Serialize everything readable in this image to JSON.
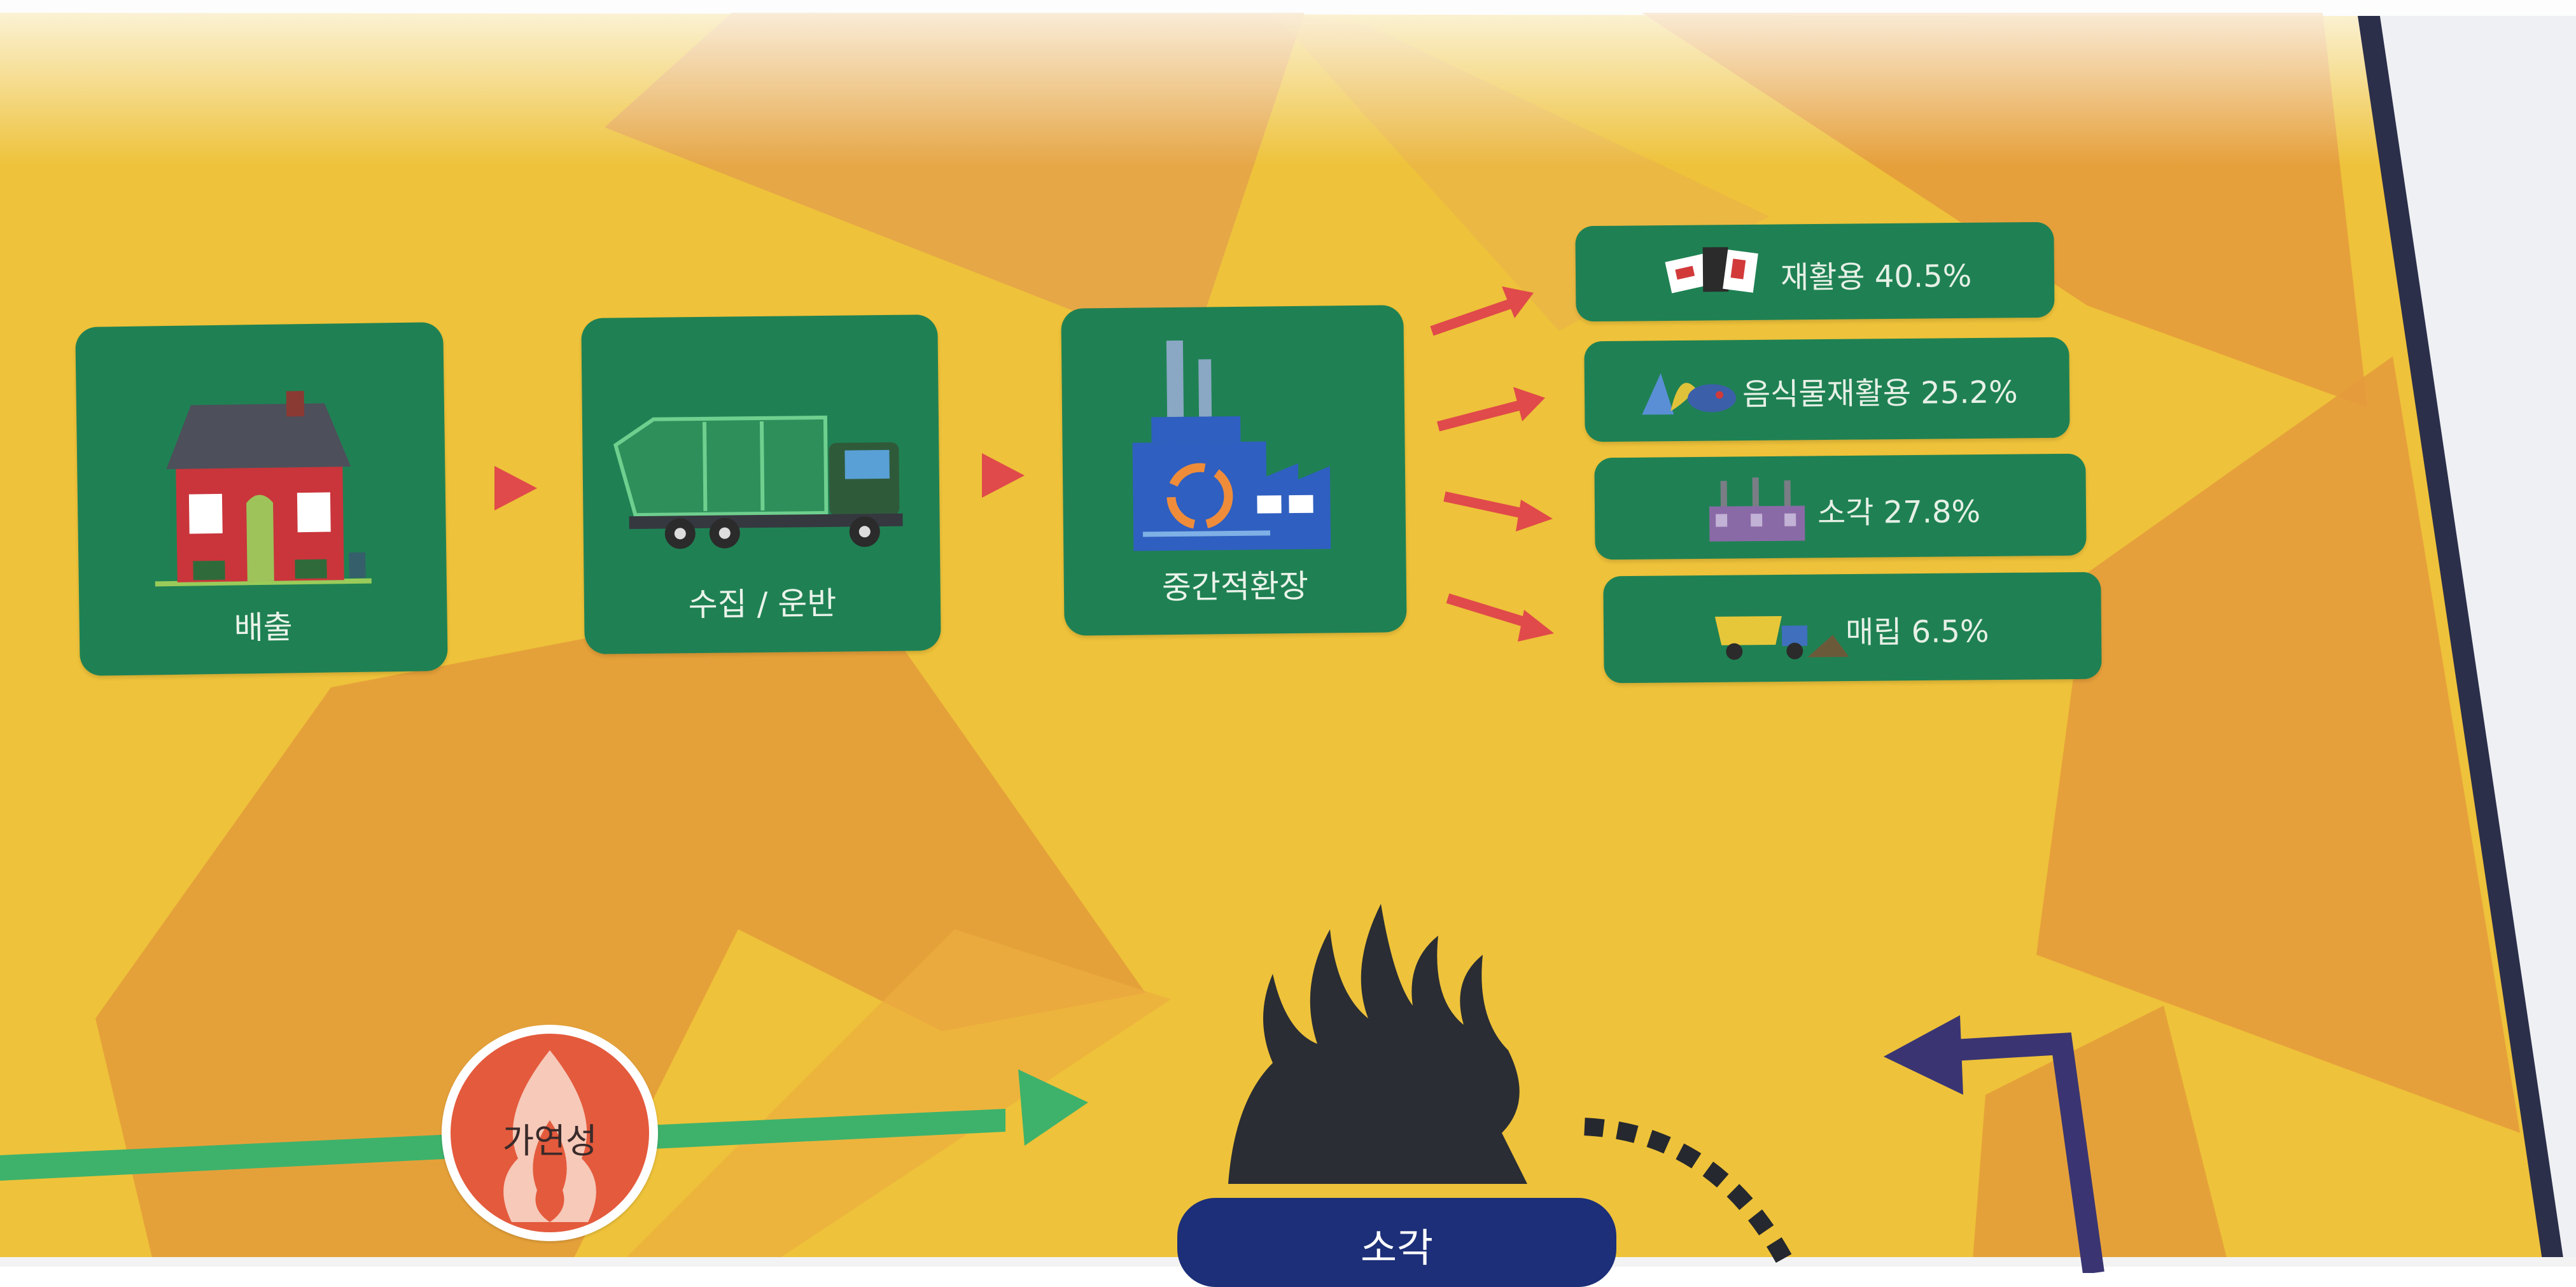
{
  "flow": {
    "steps": [
      {
        "label": "배출"
      },
      {
        "label": "수집 / 운반"
      },
      {
        "label": "중간적환장"
      }
    ],
    "outcomes": [
      {
        "label": "재활용 40.5%",
        "icon": "recycle-bin-icon",
        "percent": 40.5
      },
      {
        "label": "음식물재활용 25.2%",
        "icon": "food-waste-icon",
        "percent": 25.2
      },
      {
        "label": "소각 27.8%",
        "icon": "incinerator-icon",
        "percent": 27.8
      },
      {
        "label": "매립 6.5%",
        "icon": "dump-truck-icon",
        "percent": 6.5
      }
    ]
  },
  "bottom": {
    "badge_label": "가연성",
    "incineration_label": "소각"
  },
  "colors": {
    "background_yellow": "#eec23a",
    "orange_band": "#e39d3a",
    "card_green": "#1f8153",
    "arrow_red": "#e04a4a",
    "arrow_green": "#3eb26b",
    "flame_dark": "#2a2d33",
    "navy": "#1c2f78",
    "purple_arrow": "#3a3572"
  }
}
